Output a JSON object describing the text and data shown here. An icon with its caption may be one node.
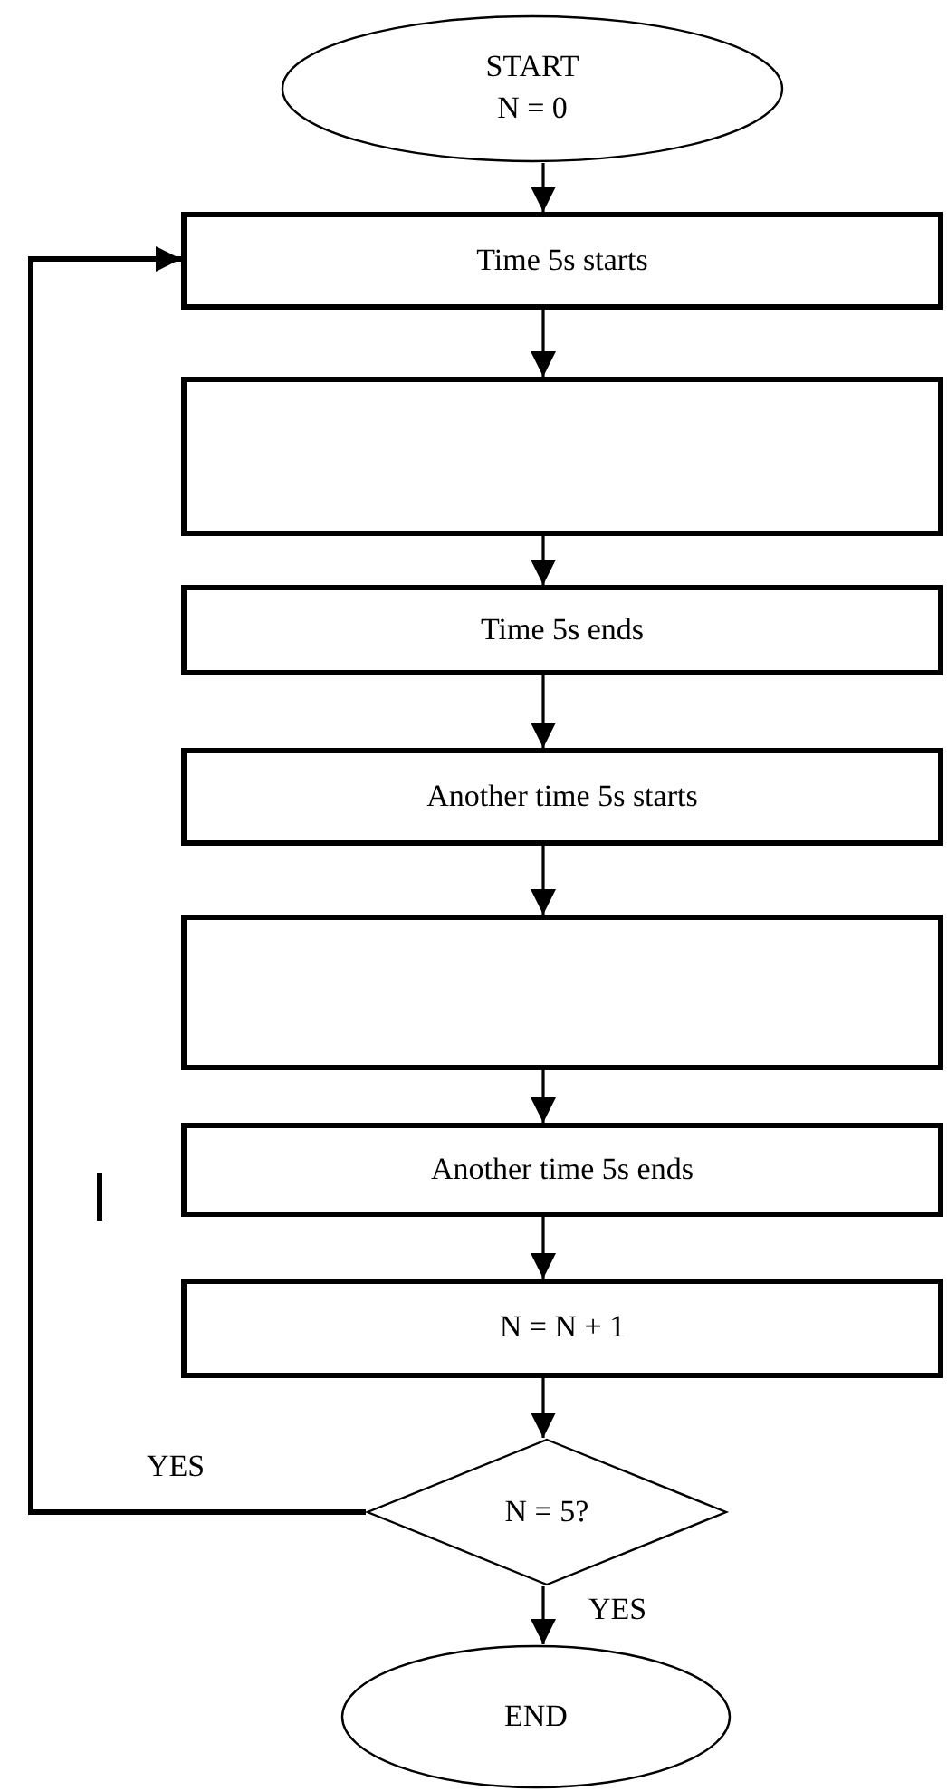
{
  "diagram": {
    "nodes": [
      {
        "text": [
          "START N = 0"
        ]
      },
      {
        "text": [
          "Time 5s starts"
        ]
      },
      {
        "text": [],
        "shape": "box"
      },
      {
        "text": [
          "Time 5s ends"
        ]
      },
      {
        "text": [
          "Another time 5s starts"
        ]
      },
      {
        "text": [],
        "shape": "box"
      },
      {
        "text": [
          "Another time 5s ends"
        ]
      },
      {
        "text": [
          "N = N + 1"
        ]
      },
      {
        "text": [
          "N = 5?"
        ]
      },
      {
        "text": [
          "END"
        ]
      }
    ],
    "edges": [
      {
        "from": 0,
        "to": 1,
        "arrow": "to"
      },
      {
        "from": 1,
        "to": 2,
        "arrow": "to"
      },
      {
        "from": 2,
        "to": 3,
        "arrow": "to"
      },
      {
        "from": 3,
        "to": 4,
        "arrow": "to"
      },
      {
        "from": 4,
        "to": 5,
        "arrow": "to"
      },
      {
        "from": 5,
        "to": 6,
        "arrow": "to"
      },
      {
        "from": 6,
        "to": 7,
        "arrow": "to"
      },
      {
        "from": 7,
        "to": 8,
        "arrow": "to"
      },
      {
        "from": 8,
        "to": 1,
        "arrow": "to",
        "label": "YES"
      },
      {
        "from": 8,
        "to": 9,
        "arrow": "to",
        "label": "YES"
      }
    ]
  }
}
